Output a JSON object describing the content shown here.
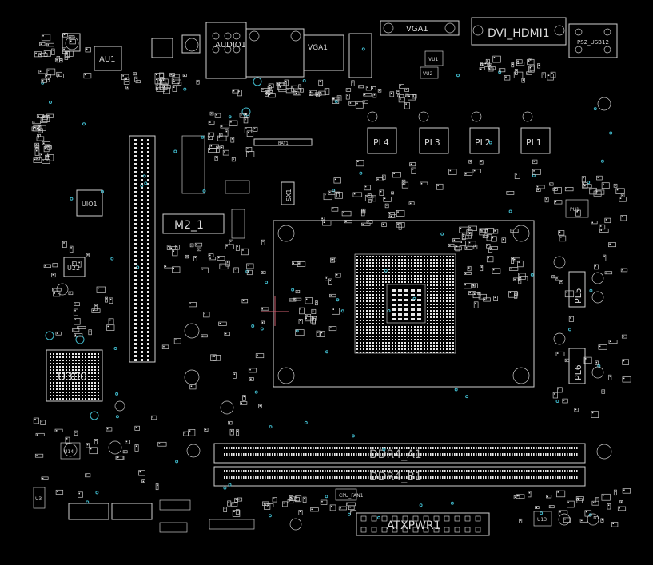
{
  "labels": {
    "au1": "AU1",
    "audio1": "AUDIO1",
    "vga1": "VGA1",
    "dvi": "DVI_HDMI1",
    "ps2": "PS2_USB12",
    "bat1": "BAT1",
    "pl1": "PL1",
    "pl2": "PL2",
    "pl3": "PL3",
    "pl4": "PL4",
    "pl5": "PL5",
    "pl6": "PL6",
    "uio1": "UIO1",
    "u22": "U22",
    "u300": "U300",
    "m2": "M2_1",
    "sx1": "SX1",
    "dimm_a1": "DDR4_A1",
    "dimm_b1": "DDR4_B1",
    "atxpwr": "ATXPWR1",
    "cpu_fan": "CPU_FAN1",
    "pu1": "PU1",
    "vu2": "VU2",
    "vu1": "VU1",
    "u14": "U14",
    "u3": "U3",
    "u13": "U13"
  },
  "colors": {
    "background": "#000000",
    "silkscreen": "#d0d0d0",
    "via": "#3fb6c8",
    "marker": "#d06070"
  }
}
